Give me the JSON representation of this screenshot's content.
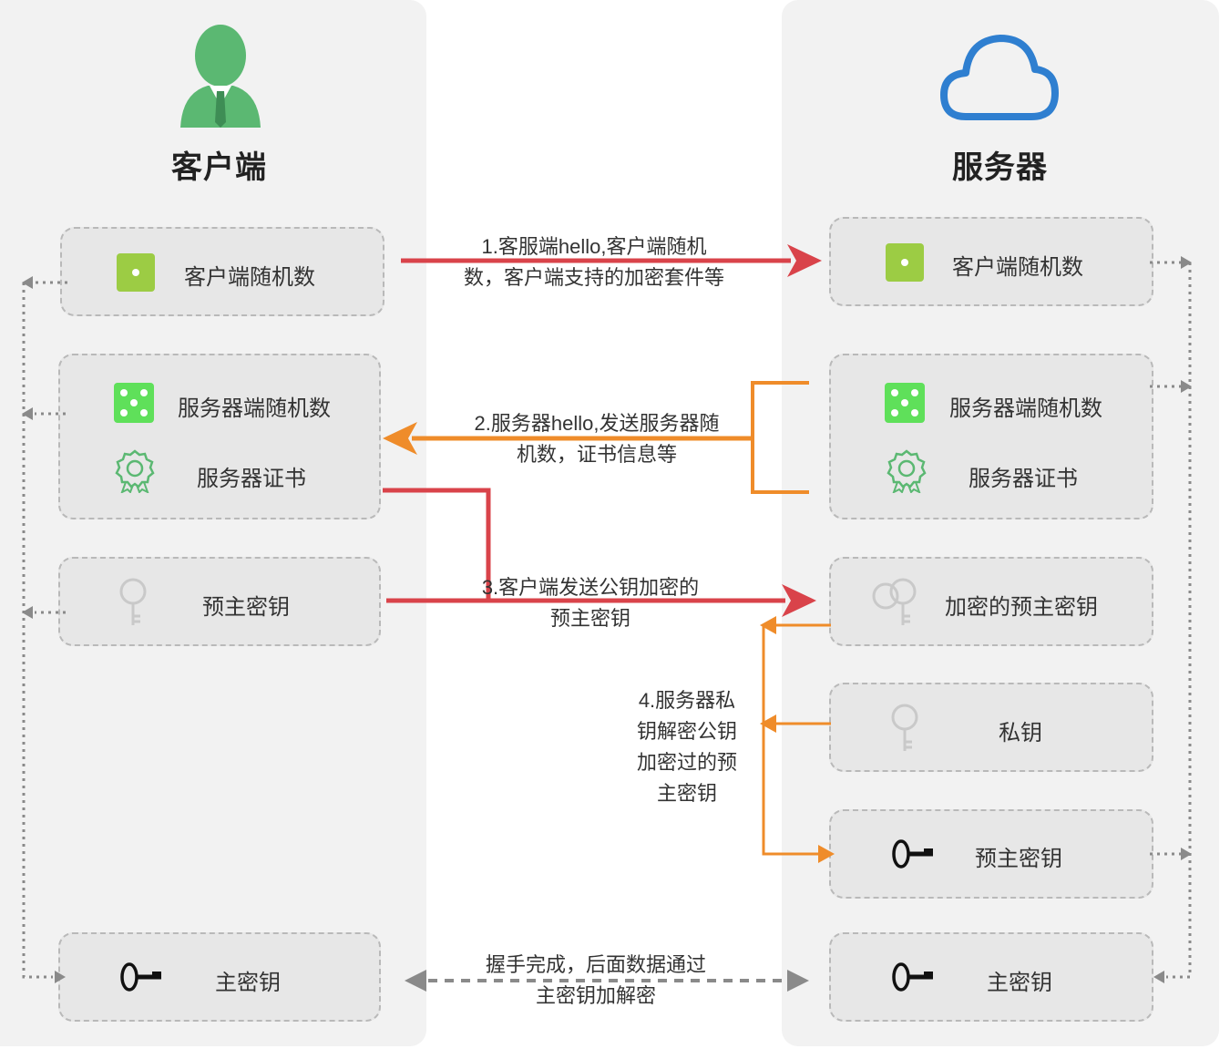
{
  "client": {
    "title": "客户端",
    "client_random": "客户端随机数",
    "server_random": "服务器端随机数",
    "server_cert": "服务器证书",
    "premaster": "预主密钥",
    "master": "主密钥"
  },
  "server": {
    "title": "服务器",
    "client_random": "客户端随机数",
    "server_random": "服务器端随机数",
    "server_cert": "服务器证书",
    "encrypted_premaster": "加密的预主密钥",
    "private_key": "私钥",
    "premaster": "预主密钥",
    "master": "主密钥"
  },
  "messages": {
    "step1_line1": "1.客服端hello,客户端随机",
    "step1_line2": "数，客户端支持的加密套件等",
    "step2_line1": "2.服务器hello,发送服务器随",
    "step2_line2": "机数，证书信息等",
    "step3_line1": "3.客户端发送公钥加密的",
    "step3_line2": "预主密钥",
    "step4_line1": "4.服务器私",
    "step4_line2": "钥解密公钥",
    "step4_line3": "加密过的预",
    "step4_line4": "主密钥",
    "done_line1": "握手完成，后面数据通过",
    "done_line2": "主密钥加解密"
  },
  "colors": {
    "panel": "#f2f2f2",
    "box": "#e7e7e7",
    "user_green": "#5bb872",
    "cloud_blue": "#2f7fd0",
    "dice_green": "#9ccc44",
    "dice_bright": "#5fe05a",
    "red_arrow": "#d9434a",
    "orange_arrow": "#ef8c2a",
    "gray_arrow": "#8a8a8a"
  },
  "icons": [
    "user-icon",
    "cloud-icon",
    "dice-one-icon",
    "dice-five-icon",
    "certificate-icon",
    "key-outline-icon",
    "double-key-icon",
    "key-solid-icon"
  ]
}
